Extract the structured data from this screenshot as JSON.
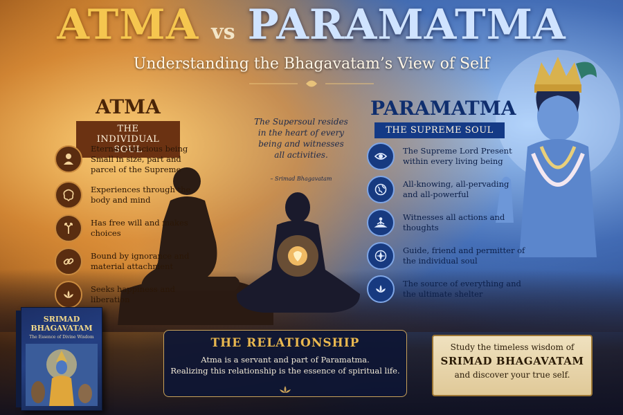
{
  "title": {
    "left": "ATMA",
    "vs": "vs",
    "right": "PARAMATMA"
  },
  "subtitle": "Understanding the Bhagavatam’s View of Self",
  "atma": {
    "heading": "ATMA",
    "ribbon": "THE INDIVIDUAL SOUL",
    "items": [
      {
        "icon": "person-icon",
        "text": "Eternal conscious being Small in size, part and parcel of the Supreme"
      },
      {
        "icon": "brain-icon",
        "text": "Experiences through the body and mind"
      },
      {
        "icon": "arrows-icon",
        "text": "Has free will and makes choices"
      },
      {
        "icon": "chain-link-icon",
        "text": "Bound by ignorance and material attachment"
      },
      {
        "icon": "lotus-icon",
        "text": "Seeks happiness and liberation"
      }
    ]
  },
  "paramatma": {
    "heading": "PARAMATMA",
    "ribbon": "THE SUPREME SOUL",
    "items": [
      {
        "icon": "eye-icon",
        "text": "The Supreme Lord Present within every living being"
      },
      {
        "icon": "globe-icon",
        "text": "All-knowing, all-pervading and all-powerful"
      },
      {
        "icon": "meditating-figure-icon",
        "text": "Witnesses all actions and thoughts"
      },
      {
        "icon": "compass-icon",
        "text": "Guide, friend and permitter of the individual soul"
      },
      {
        "icon": "lotus-icon",
        "text": "The source of everything and the ultimate shelter"
      }
    ]
  },
  "quote": {
    "text": "The Supersoul resides in the heart of every being and witnesses all activities.",
    "source": "– Srimad Bhagavatam"
  },
  "relationship": {
    "heading": "THE RELATIONSHIP",
    "line1": "Atma is a servant and part of Paramatma.",
    "line2": "Realizing this relationship is the essence of spiritual life."
  },
  "study": {
    "line1": "Study the timeless wisdom of",
    "line2": "SRIMAD BHAGAVATAM",
    "line3": "and discover your true self."
  },
  "book": {
    "title": "SRIMAD BHAGAVATAM",
    "subtitle": "The Essence of Divine Wisdom"
  },
  "colors": {
    "gold": "#f5c64f",
    "blue_title": "#cfe3ff",
    "atma_ribbon": "#6b3212",
    "param_ribbon": "#143a86",
    "panel_dark": "#0e1634"
  }
}
